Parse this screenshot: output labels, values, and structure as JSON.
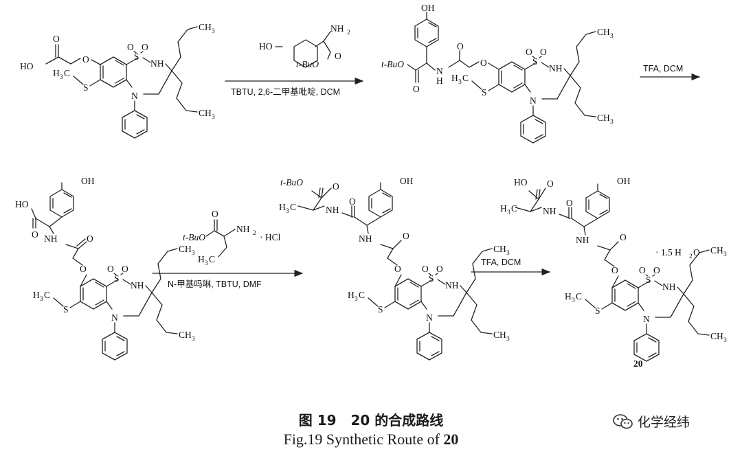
{
  "reaction1": {
    "reagent": {
      "oh": "HO",
      "nh2": "NH",
      "nh2_sub": "2",
      "ester": "t-BuO",
      "o": "O"
    },
    "conditions": "TBTU, 2,6-二甲基吡啶, DCM"
  },
  "reaction2": {
    "conditions": "TFA, DCM"
  },
  "reaction3": {
    "reagent": {
      "ester": "t-BuO",
      "o": "O",
      "nh2": "NH",
      "nh2_sub": "2",
      "hcl": "· HCl",
      "me": "H",
      "me_sub": "3",
      "me_c": "C"
    },
    "conditions": "N-甲基吗啉, TBTU, DMF"
  },
  "reaction4": {
    "conditions": "TFA, DCM"
  },
  "product": {
    "label": "20",
    "hydrate": "· 1.5 H",
    "hydrate_sub": "2",
    "hydrate_o": "O"
  },
  "atoms": {
    "ho": "HO",
    "oh": "OH",
    "o": "O",
    "n": "N",
    "nh": "NH",
    "s": "S",
    "tbuo": "t-BuO",
    "ch3": "CH",
    "h3c": "H",
    "sub3": "3",
    "c": "C",
    "s_o": "S",
    "o2": "O"
  },
  "caption": {
    "cn_prefix": "图 19",
    "cn_num": "20",
    "cn_suffix": " 的合成路线",
    "en_prefix": "Fig.19   Synthetic Route of ",
    "en_num": "20"
  },
  "watermark": {
    "text": "化学经纬",
    "icon": "wechat-icon"
  }
}
